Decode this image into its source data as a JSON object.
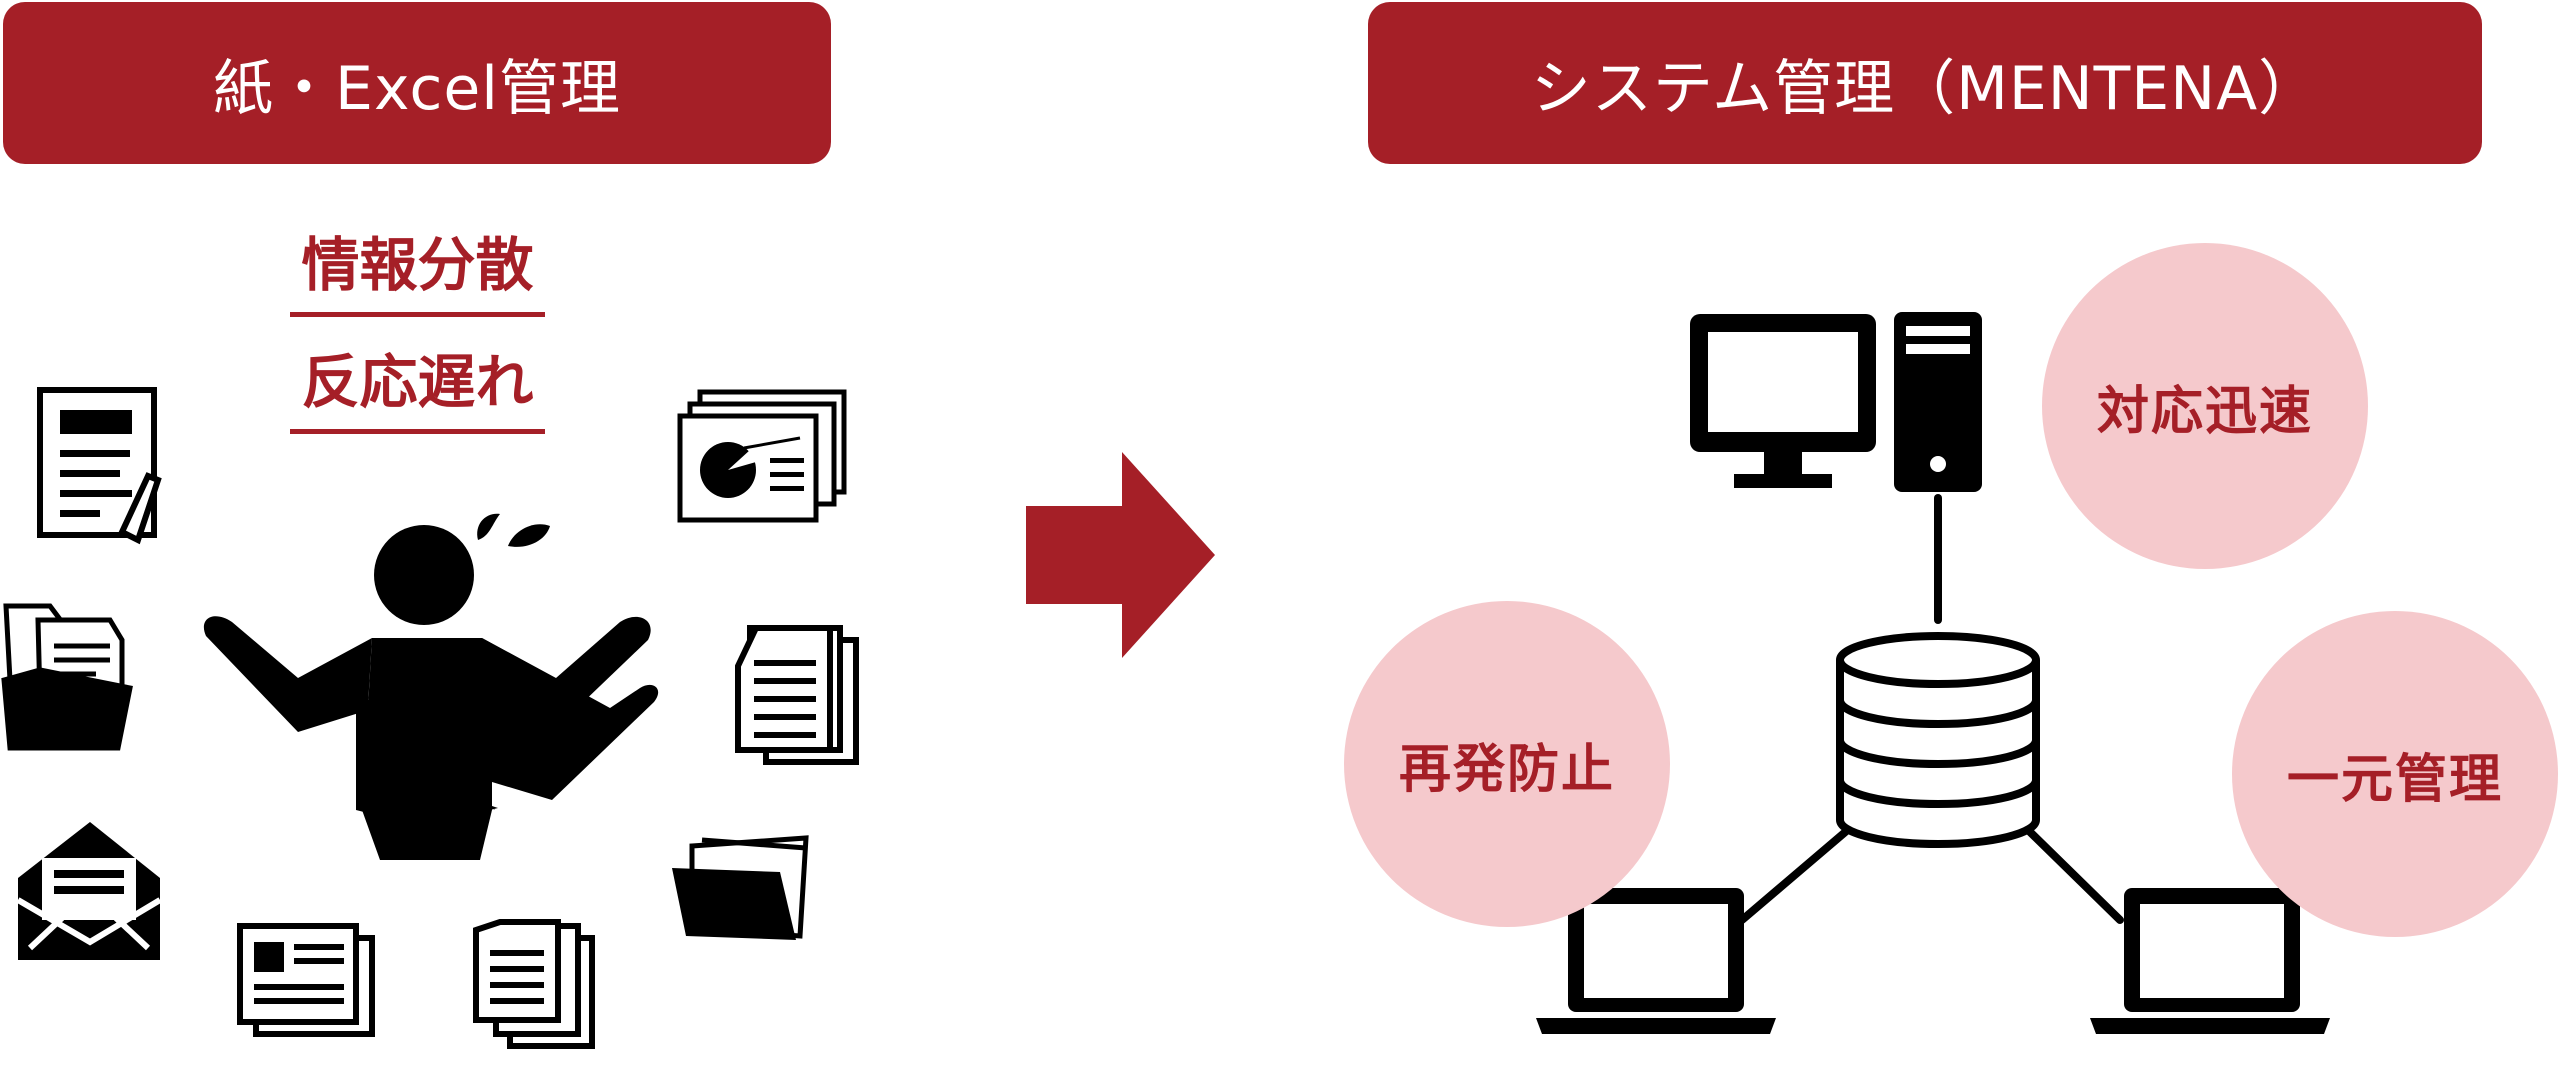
{
  "left_panel": {
    "title": "紙・Excel管理",
    "issues": [
      "情報分散",
      "反応遅れ"
    ]
  },
  "right_panel": {
    "title": "システム管理（MENTENA）",
    "benefits": [
      "対応迅速",
      "再発防止",
      "一元管理"
    ]
  },
  "colors": {
    "accent": "#a51f27",
    "benefit_fill": "#f5c9cc",
    "icon": "#000000"
  },
  "icons": {
    "left": [
      "document-icon",
      "filing-tray-icon",
      "envelope-icon",
      "newspaper-icon",
      "document-stack-icon",
      "folder-icon",
      "documents-icon",
      "presentation-icon",
      "confused-person-icon"
    ],
    "center": "arrow-right-icon",
    "right": [
      "desktop-monitor-icon",
      "server-tower-icon",
      "database-icon",
      "laptop-icon"
    ]
  }
}
